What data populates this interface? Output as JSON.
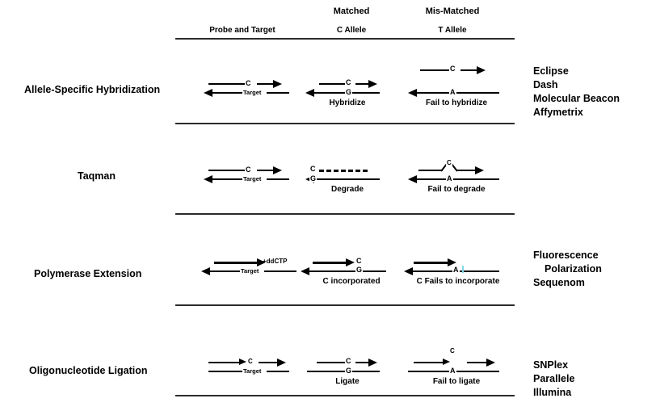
{
  "header": {
    "col_probe": "Probe and Target",
    "col_matched_top": "Matched",
    "col_matched_sub": "C Allele",
    "col_mismatched_top": "Mis-Matched",
    "col_mismatched_sub": "T Allele"
  },
  "rows": [
    {
      "label": "Allele-Specific Hybridization",
      "probe": {
        "probe_base": "C",
        "target_label": "Target"
      },
      "matched": {
        "top_base": "C",
        "bottom_base": "G",
        "caption": "Hybridize"
      },
      "mismatched": {
        "top_base": "C",
        "bottom_base": "A",
        "caption": "Fail to hybridize"
      },
      "tech": [
        "Eclipse",
        "Dash",
        "Molecular Beacon",
        "Affymetrix"
      ]
    },
    {
      "label": "Taqman",
      "probe": {
        "probe_base": "C",
        "target_label": "Target"
      },
      "matched": {
        "top_base": "C",
        "bottom_base": "G",
        "caption": "Degrade"
      },
      "mismatched": {
        "top_base": "C",
        "bottom_base": "A",
        "caption": "Fail to degrade"
      },
      "tech": []
    },
    {
      "label": "Polymerase Extension",
      "probe": {
        "probe_base": "",
        "target_label": "Target",
        "reagent": "+ddCTP"
      },
      "matched": {
        "top_base": "C",
        "bottom_base": "G",
        "caption": "C incorporated"
      },
      "mismatched": {
        "top_base": "",
        "bottom_base": "A",
        "caption": "C Fails to incorporate"
      },
      "tech": [
        "Fluorescence",
        "Polarization",
        "Sequenom"
      ]
    },
    {
      "label": "Oligonucleotide Ligation",
      "probe": {
        "probe_base": "C",
        "target_label": "Target"
      },
      "matched": {
        "top_base": "C",
        "bottom_base": "G",
        "caption": "Ligate"
      },
      "mismatched": {
        "top_base": "C",
        "bottom_base": "A",
        "caption": "Fail to ligate"
      },
      "tech": [
        "SNPlex",
        "Parallele",
        "Illumina"
      ]
    }
  ]
}
